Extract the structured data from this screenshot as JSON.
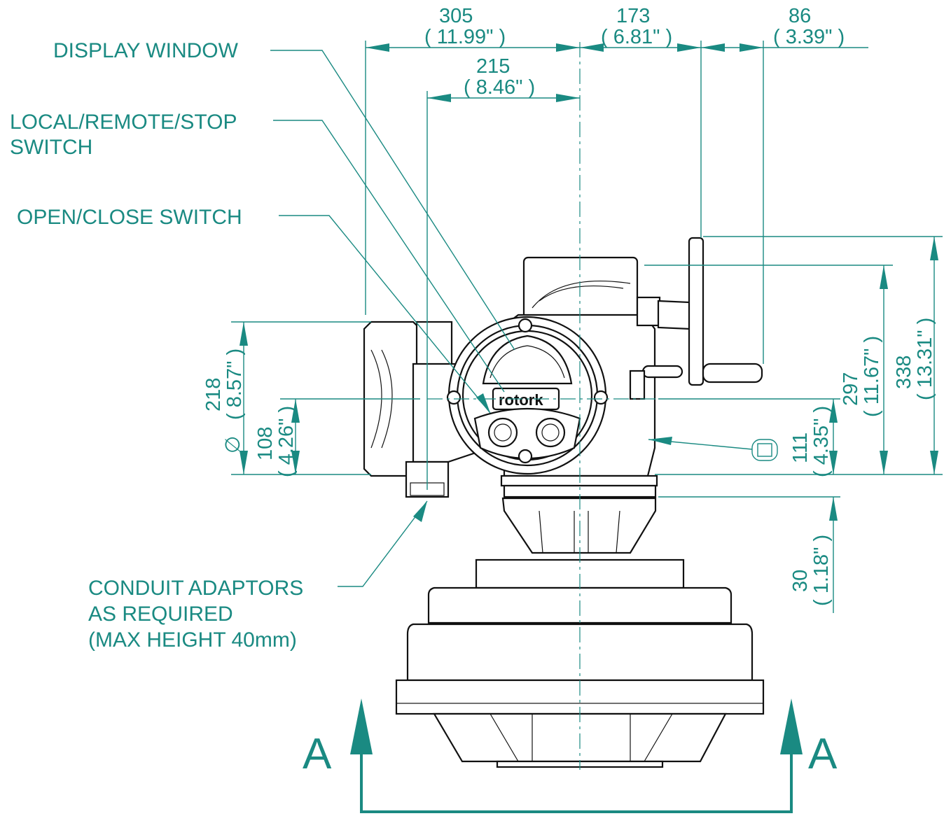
{
  "callouts": {
    "display_window": "DISPLAY WINDOW",
    "local_remote_line1": "LOCAL/REMOTE/STOP",
    "local_remote_line2": "SWITCH",
    "open_close": "OPEN/CLOSE SWITCH",
    "conduit_line1": "CONDUIT ADAPTORS",
    "conduit_line2": "AS REQUIRED",
    "conduit_line3": "(MAX HEIGHT 40mm)"
  },
  "dimensions": {
    "d305": "305",
    "d305_in": "( 11.99\" )",
    "d173": "173",
    "d173_in": "( 6.81\" )",
    "d86": "86",
    "d86_in": "( 3.39\" )",
    "d215": "215",
    "d215_in": "( 8.46\" )",
    "d218": "218",
    "d218_in": "( 8.57\" )",
    "d108": "108",
    "d108_in": "( 4.26\" )",
    "d297": "297",
    "d297_in": "( 11.67\" )",
    "d338": "338",
    "d338_in": "( 13.31\" )",
    "d111": "111",
    "d111_in": "( 4.35\" )",
    "d30": "30",
    "d30_in": "( 1.18\" )",
    "diameter_symbol": "∅"
  },
  "section": {
    "left": "A",
    "right": "A"
  },
  "logo_text": "rotork",
  "colors": {
    "annotation": "#1a8a82",
    "outline": "#111111"
  }
}
